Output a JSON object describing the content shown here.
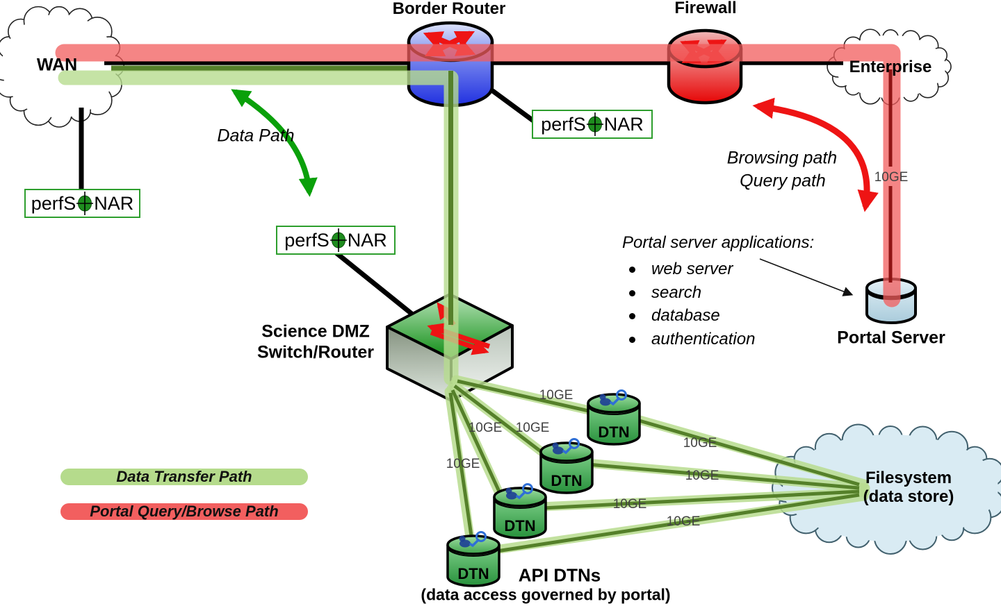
{
  "nodes": {
    "wan": "WAN",
    "border_router": "Border Router",
    "firewall": "Firewall",
    "enterprise": "Enterprise",
    "science_dmz_line1": "Science DMZ",
    "science_dmz_line2": "Switch/Router",
    "portal_server": "Portal Server",
    "filesystem_line1": "Filesystem",
    "filesystem_line2": "(data store)",
    "dtn": "DTN",
    "api_dtns": "API DTNs",
    "api_dtns_sub": "(data access governed by portal)"
  },
  "perfsonar": {
    "prefix": "perfS",
    "suffix": "NAR"
  },
  "annotations": {
    "data_path": "Data Path",
    "browsing_path": "Browsing path",
    "query_path": "Query path",
    "portal_apps_title": "Portal server applications:",
    "portal_apps": [
      "web server",
      "search",
      "database",
      "authentication"
    ]
  },
  "legend": {
    "data_transfer": "Data Transfer Path",
    "portal_query": "Portal Query/Browse Path"
  },
  "link_labels": {
    "speed": "10GE"
  },
  "colors": {
    "data_path_green_band": "#b7dc8e",
    "portal_path_red_band": "#f15c5c",
    "link_olive": "#55802a",
    "link_dark_red": "#8f1414",
    "arrow_green": "#0aa00a",
    "arrow_red": "#ee1414",
    "perfsonar_green": "#2d9e2d",
    "router_blue": "#2030e0",
    "firewall_red": "#e60606",
    "switch_green": "#0f8d15",
    "dtn_green": "#28913c",
    "portal_server_blue": "#c3dce8",
    "filesystem_cloud_fill": "#d9ebf3"
  }
}
